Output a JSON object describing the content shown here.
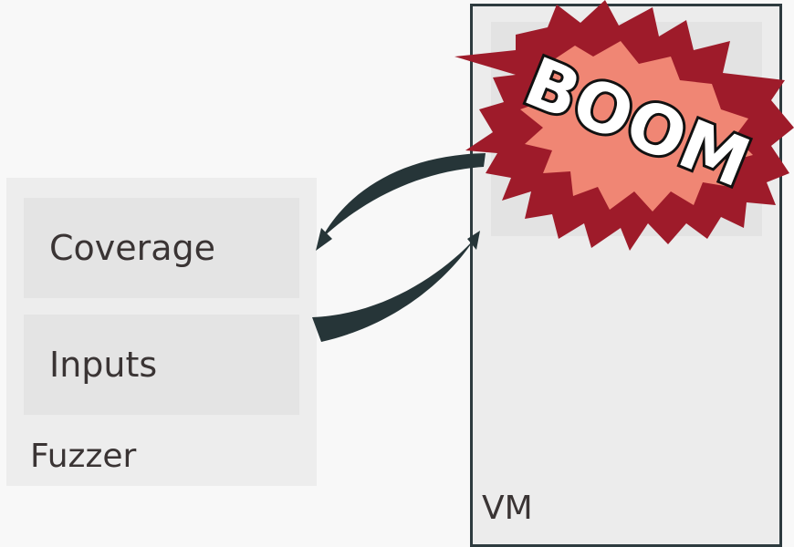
{
  "fuzzer": {
    "label": "Fuzzer",
    "coverage_label": "Coverage",
    "inputs_label": "Inputs"
  },
  "vm": {
    "label": "VM"
  },
  "burst": {
    "text": "BOOM"
  },
  "colors": {
    "arrow": "#263538",
    "burst_outer": "#9e1b2a",
    "burst_inner": "#f08674",
    "vm_border": "#2e3b3f"
  },
  "icons": [
    "explosion-burst-icon",
    "arrow-to-coverage-icon",
    "arrow-from-inputs-icon"
  ]
}
